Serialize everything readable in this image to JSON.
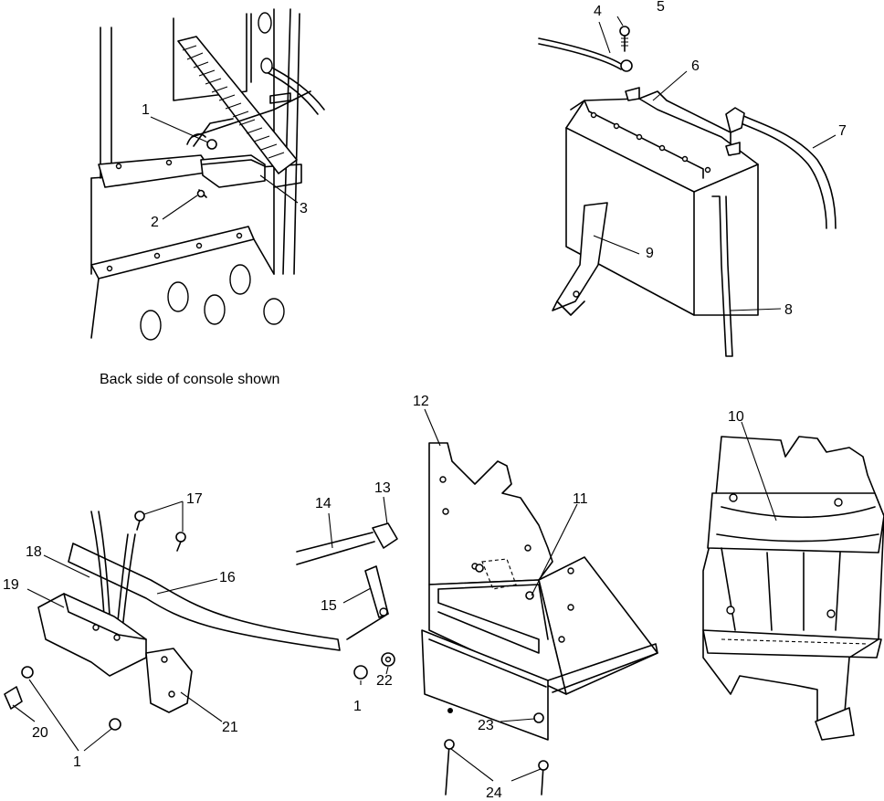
{
  "caption": "Back side of console shown",
  "callouts": {
    "c1a": "1",
    "c2": "2",
    "c3": "3",
    "c4": "4",
    "c5": "5",
    "c6": "6",
    "c7": "7",
    "c8": "8",
    "c9": "9",
    "c10": "10",
    "c11": "11",
    "c12": "12",
    "c13": "13",
    "c14": "14",
    "c15": "15",
    "c16": "16",
    "c17": "17",
    "c18": "18",
    "c19": "19",
    "c20": "20",
    "c21": "21",
    "c1b": "1",
    "c1c": "1",
    "c22": "22",
    "c23": "23",
    "c24": "24"
  }
}
